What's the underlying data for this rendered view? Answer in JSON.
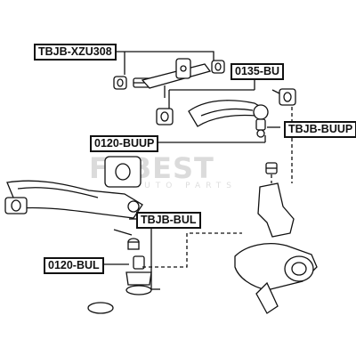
{
  "diagram": {
    "labels": {
      "upper_arm_bushing": "TBJB-XZU308",
      "upper_arm": "0135-BU",
      "upper_ball_joint": "TBJB-BUUP",
      "upper_ball_joint_unit": "0120-BUUP",
      "lower_ball_joint": "TBJB-BUL",
      "lower_ball_joint_unit": "0120-BUL"
    },
    "watermark": {
      "text": "FEBEST",
      "subtext": "AUTO PARTS"
    },
    "colors": {
      "line": "#111111",
      "part_fill": "#ffffff",
      "watermark": "#bebebe"
    }
  }
}
